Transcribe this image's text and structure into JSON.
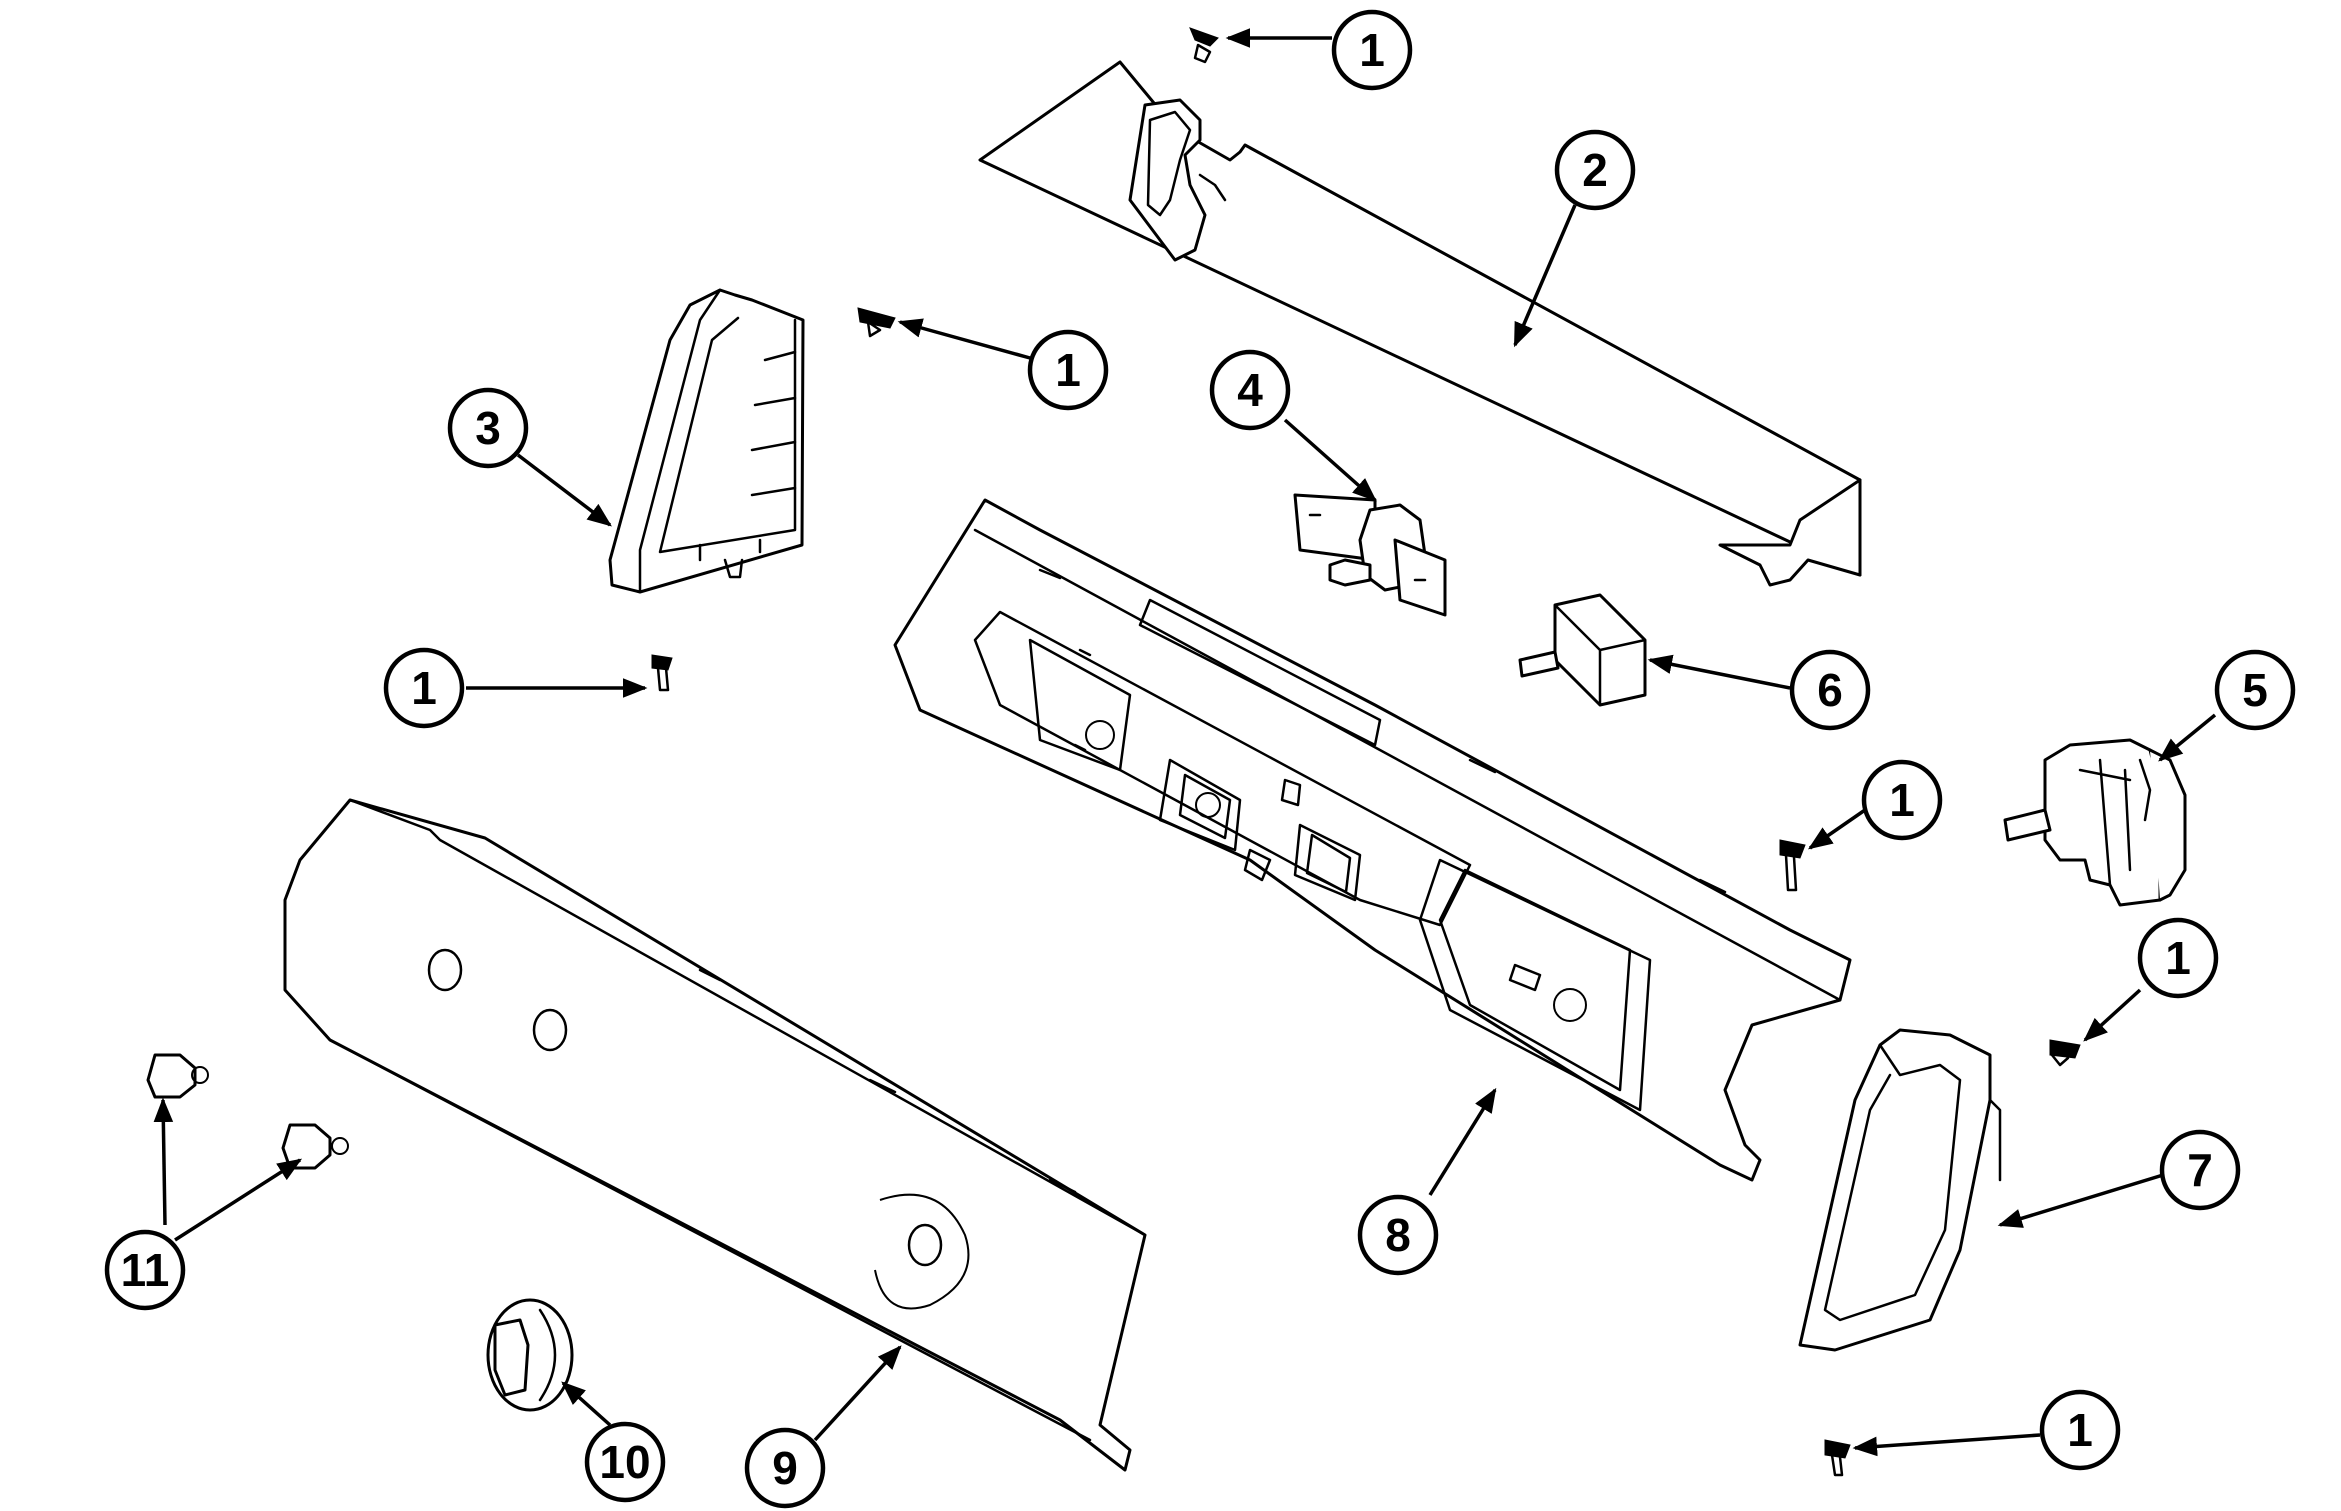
{
  "diagram": {
    "callouts": [
      {
        "id": "c1a",
        "label": "1"
      },
      {
        "id": "c1b",
        "label": "1"
      },
      {
        "id": "c1c",
        "label": "1"
      },
      {
        "id": "c1d",
        "label": "1"
      },
      {
        "id": "c1e",
        "label": "1"
      },
      {
        "id": "c1f",
        "label": "1"
      },
      {
        "id": "c2",
        "label": "2"
      },
      {
        "id": "c3",
        "label": "3"
      },
      {
        "id": "c4",
        "label": "4"
      },
      {
        "id": "c5",
        "label": "5"
      },
      {
        "id": "c6",
        "label": "6"
      },
      {
        "id": "c7",
        "label": "7"
      },
      {
        "id": "c8",
        "label": "8"
      },
      {
        "id": "c9",
        "label": "9"
      },
      {
        "id": "c10",
        "label": "10"
      },
      {
        "id": "c11",
        "label": "11"
      }
    ]
  }
}
